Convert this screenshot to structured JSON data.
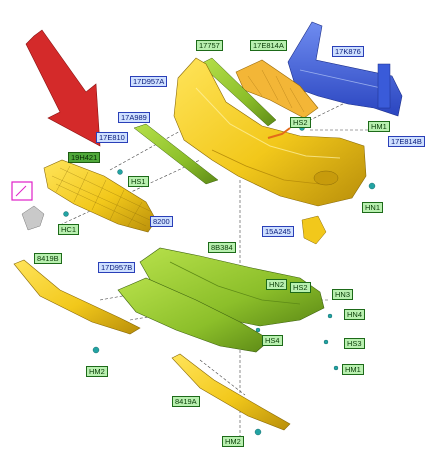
{
  "labels": [
    {
      "id": "17757",
      "text": "17757",
      "tone": "green"
    },
    {
      "id": "17E814A",
      "text": "17E814A",
      "tone": "green"
    },
    {
      "id": "17K876",
      "text": "17K876",
      "tone": "blue"
    },
    {
      "id": "17D957A",
      "text": "17D957A",
      "tone": "blue"
    },
    {
      "id": "17A989",
      "text": "17A989",
      "tone": "blue"
    },
    {
      "id": "HS2a",
      "text": "HS2",
      "tone": "green"
    },
    {
      "id": "HM1a",
      "text": "HM1",
      "tone": "green"
    },
    {
      "id": "17E810",
      "text": "17E810",
      "tone": "blue"
    },
    {
      "id": "17E814B",
      "text": "17E814B",
      "tone": "blue"
    },
    {
      "id": "19H421",
      "text": "19H421",
      "tone": "dgreen"
    },
    {
      "id": "HS1",
      "text": "HS1",
      "tone": "green"
    },
    {
      "id": "HN1",
      "text": "HN1",
      "tone": "green"
    },
    {
      "id": "HC1",
      "text": "HC1",
      "tone": "green"
    },
    {
      "id": "8200",
      "text": "8200",
      "tone": "blue"
    },
    {
      "id": "15A245",
      "text": "15A245",
      "tone": "blue"
    },
    {
      "id": "8419B",
      "text": "8419B",
      "tone": "green"
    },
    {
      "id": "8B384",
      "text": "8B384",
      "tone": "green"
    },
    {
      "id": "17D957B",
      "text": "17D957B",
      "tone": "blue"
    },
    {
      "id": "HN2",
      "text": "HN2",
      "tone": "green"
    },
    {
      "id": "HS2b",
      "text": "HS2",
      "tone": "green"
    },
    {
      "id": "HN3",
      "text": "HN3",
      "tone": "green"
    },
    {
      "id": "HN4",
      "text": "HN4",
      "tone": "green"
    },
    {
      "id": "HS4",
      "text": "HS4",
      "tone": "green"
    },
    {
      "id": "HS3",
      "text": "HS3",
      "tone": "green"
    },
    {
      "id": "HM2a",
      "text": "HM2",
      "tone": "green"
    },
    {
      "id": "HM1b",
      "text": "HM1",
      "tone": "green"
    },
    {
      "id": "8419A",
      "text": "8419A",
      "tone": "green"
    },
    {
      "id": "HM2b",
      "text": "HM2",
      "tone": "green"
    }
  ],
  "colors": {
    "bumper_yellow": "#f2c81b",
    "bumper_shadow": "#b88e0a",
    "absorber_green": "#8cbf2a",
    "reinforcement_blue": "#3a5bd9",
    "arrow_red": "#d42a2a",
    "label_blue_bg": "#cfe0ff",
    "label_green_bg": "#b9f0b0",
    "highlight_magenta": "#e020c8"
  },
  "icons": [
    "red-pointer-arrow",
    "magenta-callout-box"
  ]
}
